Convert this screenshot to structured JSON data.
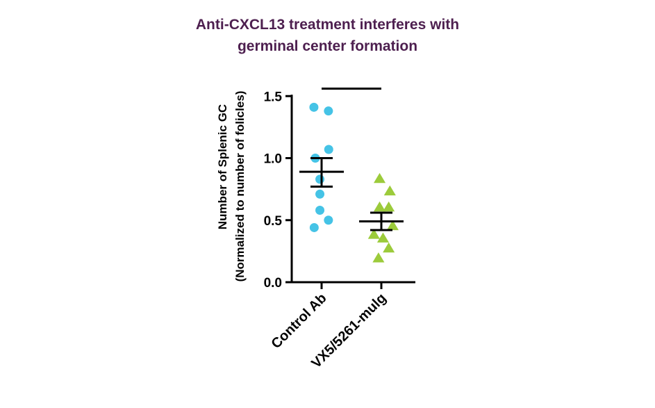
{
  "chart_data": {
    "type": "scatter",
    "title_lines": [
      "Anti-CXCL13 treatment interferes with",
      "germinal center formation"
    ],
    "ylabel_lines": [
      "Number of Splenic GC",
      "(Normalized to number of folicles)"
    ],
    "xlabel": "",
    "ylim": [
      0,
      1.5
    ],
    "yticks": [
      "0.0",
      "0.5",
      "1.0",
      "1.5"
    ],
    "grid": false,
    "categories": [
      "Control Ab",
      "VX5/5261-mulg"
    ],
    "series": [
      {
        "category": "Control Ab",
        "marker": "circle",
        "color": "#45c3e6",
        "points": [
          {
            "dx": -0.27,
            "y": 1.41
          },
          {
            "dx": 0.24,
            "y": 1.38
          },
          {
            "dx": 0.25,
            "y": 1.07
          },
          {
            "dx": -0.22,
            "y": 1.0
          },
          {
            "dx": -0.06,
            "y": 0.83
          },
          {
            "dx": -0.06,
            "y": 0.71
          },
          {
            "dx": -0.06,
            "y": 0.58
          },
          {
            "dx": 0.24,
            "y": 0.5
          },
          {
            "dx": -0.26,
            "y": 0.44
          }
        ],
        "mean": 0.89,
        "sem_low": 0.77,
        "sem_high": 1.0
      },
      {
        "category": "VX5/5261-mulg",
        "marker": "triangle",
        "color": "#9ccb3b",
        "points": [
          {
            "dx": -0.06,
            "y": 0.83
          },
          {
            "dx": 0.3,
            "y": 0.73
          },
          {
            "dx": -0.06,
            "y": 0.6
          },
          {
            "dx": 0.26,
            "y": 0.6
          },
          {
            "dx": 0.4,
            "y": 0.45
          },
          {
            "dx": -0.26,
            "y": 0.38
          },
          {
            "dx": 0.06,
            "y": 0.35
          },
          {
            "dx": 0.26,
            "y": 0.27
          },
          {
            "dx": -0.1,
            "y": 0.19
          }
        ],
        "mean": 0.49,
        "sem_low": 0.42,
        "sem_high": 0.56
      }
    ],
    "comparison_bar": {
      "from": "Control Ab",
      "to": "VX5/5261-mulg",
      "y": 1.56
    }
  }
}
